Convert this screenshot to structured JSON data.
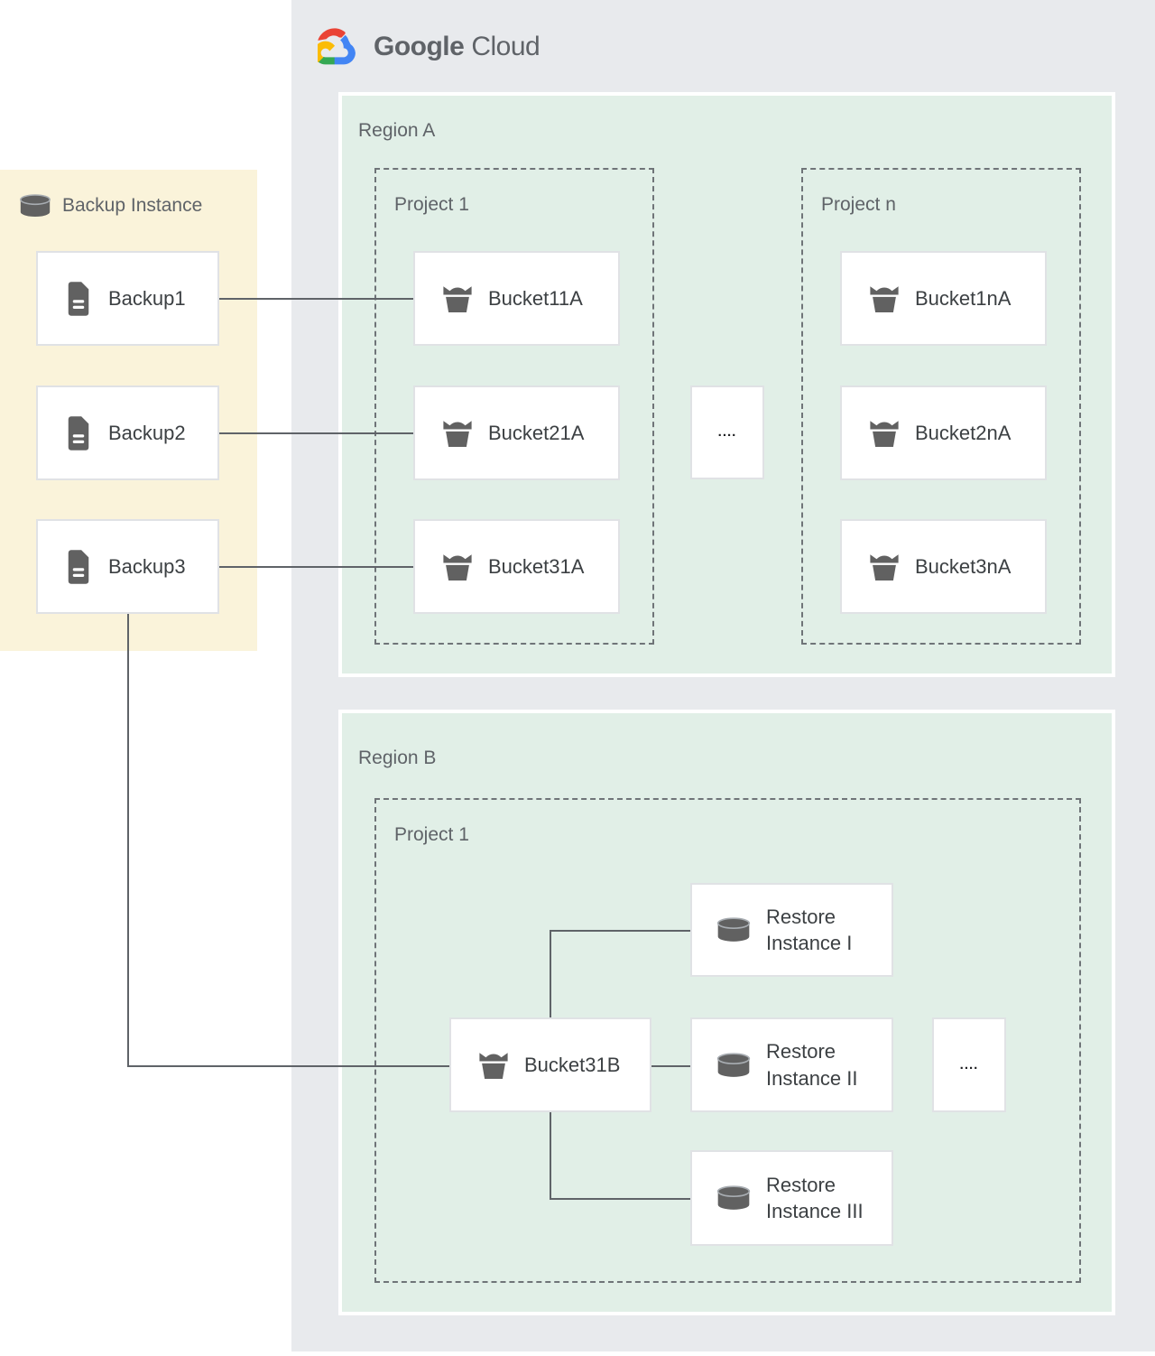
{
  "logo": {
    "google": "Google",
    "cloud": "Cloud"
  },
  "backup_panel": {
    "title": "Backup Instance",
    "items": [
      {
        "label": "Backup1"
      },
      {
        "label": "Backup2"
      },
      {
        "label": "Backup3"
      }
    ]
  },
  "region_a": {
    "name": "Region A",
    "ellipsis": "....",
    "projects": [
      {
        "name": "Project 1",
        "buckets": [
          {
            "label": "Bucket11A"
          },
          {
            "label": "Bucket21A"
          },
          {
            "label": "Bucket31A"
          }
        ]
      },
      {
        "name": "Project n",
        "buckets": [
          {
            "label": "Bucket1nA"
          },
          {
            "label": "Bucket2nA"
          },
          {
            "label": "Bucket3nA"
          }
        ]
      }
    ]
  },
  "region_b": {
    "name": "Region B",
    "ellipsis": "....",
    "projects": [
      {
        "name": "Project 1",
        "bucket": {
          "label": "Bucket31B"
        },
        "restore_instances": [
          {
            "label": "Restore Instance I"
          },
          {
            "label": "Restore Instance II"
          },
          {
            "label": "Restore Instance III"
          }
        ]
      }
    ]
  },
  "colors": {
    "canvas_bg": "#FFFFFF",
    "gcp_panel_bg": "#E8EAED",
    "region_bg": "#E1EFE7",
    "backup_panel_bg": "#FAF3DA",
    "box_bg": "#FFFFFF",
    "box_border": "#E0E2E5",
    "dashed_border": "#6F7478",
    "connector": "#5F6368",
    "icon_gray": "#616161",
    "text_dark": "#3C4043",
    "text_muted": "#5F6368",
    "logo_red": "#EA4335",
    "logo_blue": "#4285F4",
    "logo_green": "#34A853",
    "logo_yellow": "#FBBC05"
  }
}
